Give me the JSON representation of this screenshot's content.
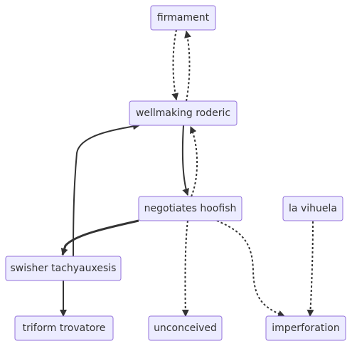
{
  "nodes": {
    "firmament": "firmament",
    "wellmaking_roderic": "wellmaking roderic",
    "negotiates_hoofish": "negotiates hoofish",
    "la_vihuela": "la vihuela",
    "swisher_tachyauxesis": "swisher tachyauxesis",
    "triform_trovatore": "triform trovatore",
    "unconceived": "unconceived",
    "imperforation": "imperforation"
  },
  "colors": {
    "node_fill": "#ececff",
    "node_stroke": "#9370db",
    "edge": "#333333",
    "text": "#333333"
  }
}
